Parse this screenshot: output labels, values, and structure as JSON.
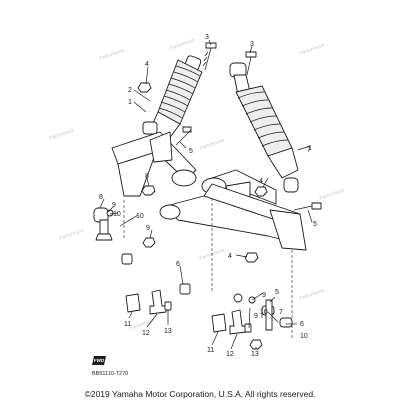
{
  "diagram": {
    "watermark": "PartsHouse",
    "diagram_code": "BB51110-T270",
    "copyright": "©2019 Yamaha Motor Corporation, U.S.A. All rights reserved.",
    "fwd_label": "FWD",
    "callouts": [
      "3",
      "4",
      "2",
      "1",
      "5",
      "8",
      "9",
      "10",
      "9",
      "8",
      "10",
      "6",
      "7",
      "4",
      "5",
      "1",
      "3",
      "4",
      "9",
      "5",
      "11",
      "12",
      "13",
      "10",
      "7",
      "9",
      "6",
      "11",
      "12",
      "13",
      "10"
    ]
  }
}
